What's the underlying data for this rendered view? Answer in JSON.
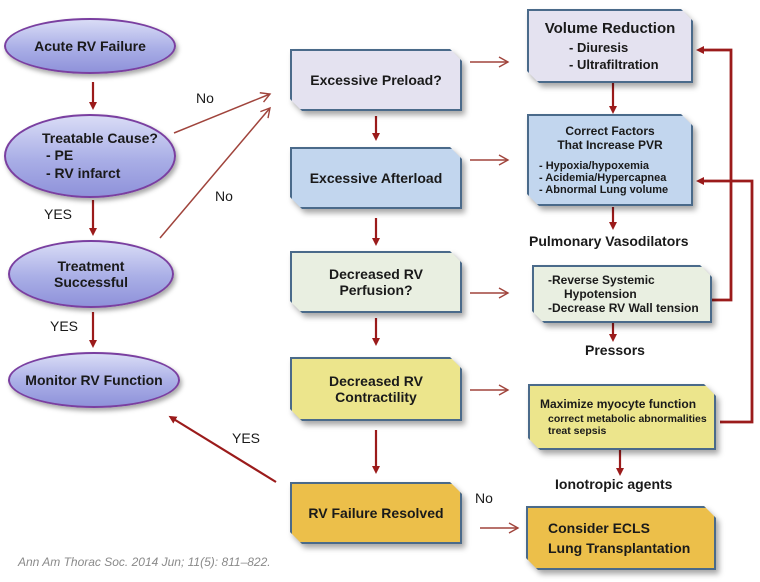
{
  "colors": {
    "arrow": "#9b1b1b",
    "arrow_light": "#a0443c",
    "oval_border": "#7a3fa0",
    "box_border": "#4a6a8a",
    "lavender": "#e4e2f0",
    "blue": "#c2d6ee",
    "pale_green": "#e9efe1",
    "yellow": "#ece58c",
    "gold": "#ecbf4a"
  },
  "left_column": {
    "acute_rv_failure": "Acute RV Failure",
    "treatable_cause": {
      "title": "Treatable  Cause?",
      "items": [
        "- PE",
        "- RV infarct"
      ]
    },
    "treatment_successful": [
      "Treatment",
      "Successful"
    ],
    "monitor_rv_function": "Monitor RV Function"
  },
  "edge_labels": {
    "no_treatable": "No",
    "no_treatment": "No",
    "yes_treatable": "YES",
    "yes_treatment": "YES",
    "yes_resolved": "YES",
    "no_resolved": "No"
  },
  "middle_column": {
    "excessive_preload": "Excessive Preload?",
    "excessive_afterload": "Excessive Afterload",
    "decreased_perfusion": [
      "Decreased RV",
      "Perfusion?"
    ],
    "decreased_contractility": [
      "Decreased RV",
      "Contractility"
    ],
    "rv_failure_resolved": "RV Failure Resolved"
  },
  "right_column": {
    "volume_reduction": {
      "title": "Volume Reduction",
      "items": [
        "- Diuresis",
        "- Ultrafiltration"
      ]
    },
    "correct_factors": {
      "title": [
        "Correct Factors",
        "That Increase PVR"
      ],
      "items": [
        "- Hypoxia/hypoxemia",
        "- Acidemia/Hypercapnea",
        "- Abnormal Lung volume"
      ]
    },
    "pulmonary_vasodilators": "Pulmonary Vasodilators",
    "perfusion_actions": [
      "-Reverse Systemic",
      "Hypotension",
      "-Decrease RV Wall tension"
    ],
    "pressors": "Pressors",
    "maximize_myocyte": {
      "title": "Maximize myocyte function",
      "items": [
        "correct metabolic abnormalities",
        "treat sepsis"
      ]
    },
    "ionotropic_agents": "Ionotropic agents",
    "consider_ecls": [
      "Consider ECLS",
      "Lung Transplantation"
    ]
  },
  "citation": "Ann Am Thorac Soc. 2014 Jun; 11(5): 811–822."
}
